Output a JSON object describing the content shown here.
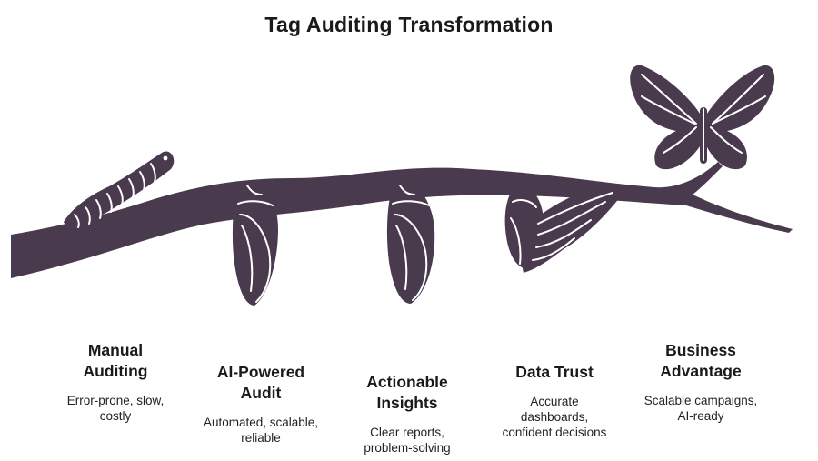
{
  "title": "Tag Auditing Transformation",
  "colors": {
    "silhouette": "#4a3a4e",
    "outline": "#ffffff"
  },
  "stages": [
    {
      "heading": "Manual\nAuditing",
      "description": "Error-prone, slow,\ncostly",
      "icon": "caterpillar-icon"
    },
    {
      "heading": "AI-Powered\nAudit",
      "description": "Automated, scalable,\nreliable",
      "icon": "chrysalis-icon"
    },
    {
      "heading": "Actionable\nInsights",
      "description": "Clear reports,\nproblem-solving",
      "icon": "chrysalis-icon"
    },
    {
      "heading": "Data Trust",
      "description": "Accurate\ndashboards,\nconfident decisions",
      "icon": "emerging-butterfly-icon"
    },
    {
      "heading": "Business\nAdvantage",
      "description": "Scalable campaigns,\nAI-ready",
      "icon": "butterfly-icon"
    }
  ]
}
